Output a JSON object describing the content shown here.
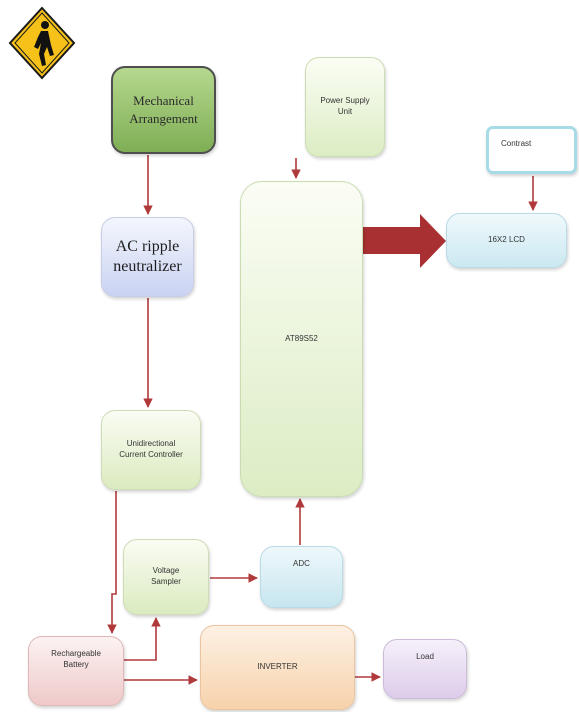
{
  "blocks": {
    "mechanical": "Mechanical Arrangement",
    "ac_ripple": "AC ripple neutralizer",
    "unidirectional": "Unidirectional Current Controller",
    "voltage_sampler": "Voltage Sampler",
    "adc": "ADC",
    "microcontroller": "AT89S52",
    "power_supply": "Power Supply Unit",
    "contrast": "Contrast",
    "lcd": "16X2 LCD",
    "battery": "Rechargeable Battery",
    "inverter": "INVERTER",
    "load": "Load"
  },
  "icons": {
    "sign": "pedestrian-crossing-sign-icon"
  },
  "colors": {
    "arrow": "#b0393b",
    "big_arrow": "#a83032",
    "sign_yellow": "#f6c21a"
  }
}
